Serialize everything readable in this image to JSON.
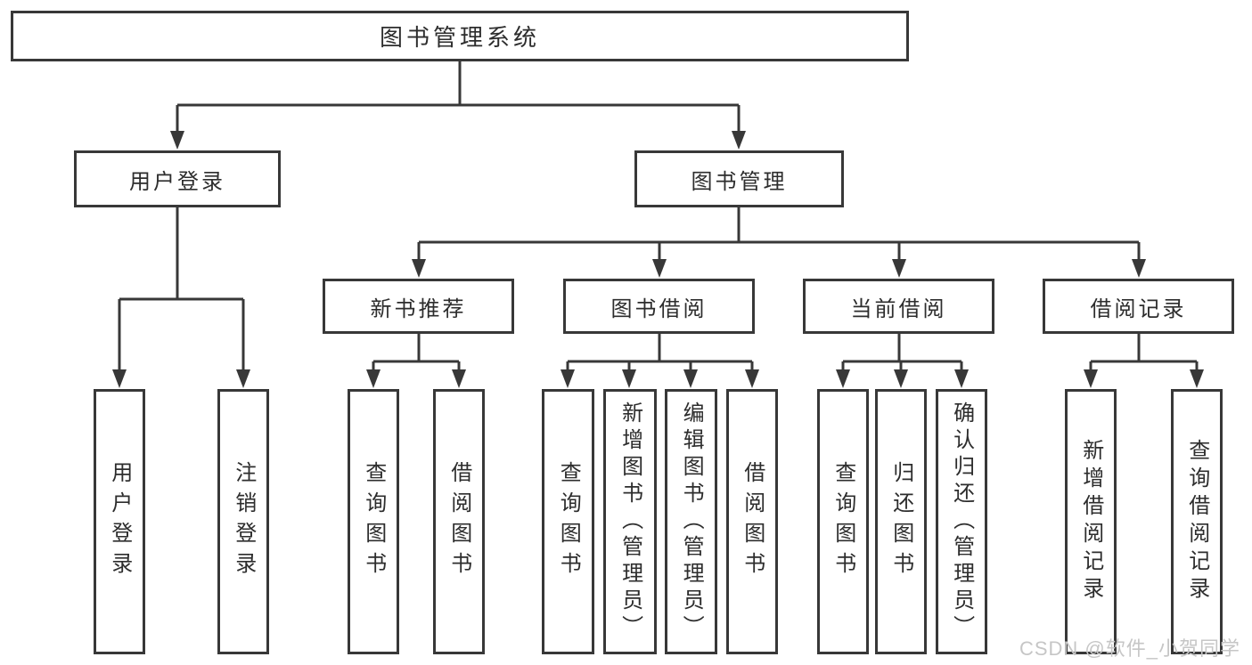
{
  "diagram": {
    "title_note": "functional structure tree",
    "root": {
      "label": "图书管理系统"
    },
    "branches": [
      {
        "label": "用户登录",
        "children": [
          {
            "label": "用户登录"
          },
          {
            "label": "注销登录"
          }
        ]
      },
      {
        "label": "图书管理",
        "children": [
          {
            "label": "新书推荐",
            "children": [
              {
                "label": "查询图书"
              },
              {
                "label": "借阅图书"
              }
            ]
          },
          {
            "label": "图书借阅",
            "children": [
              {
                "label": "查询图书"
              },
              {
                "label": "新增图书（管理员）"
              },
              {
                "label": "编辑图书（管理员）"
              },
              {
                "label": "借阅图书"
              }
            ]
          },
          {
            "label": "当前借阅",
            "children": [
              {
                "label": "查询图书"
              },
              {
                "label": "归还图书"
              },
              {
                "label": "确认归还（管理员）"
              }
            ]
          },
          {
            "label": "借阅记录",
            "children": [
              {
                "label": "新增借阅记录"
              },
              {
                "label": "查询借阅记录"
              }
            ]
          }
        ]
      }
    ]
  },
  "watermark": {
    "text": "CSDN @软件_小贺同学"
  },
  "colors": {
    "line": "#383838",
    "text": "#2d2d2d",
    "background": "#ffffff",
    "watermark": "#c6c6c6"
  }
}
